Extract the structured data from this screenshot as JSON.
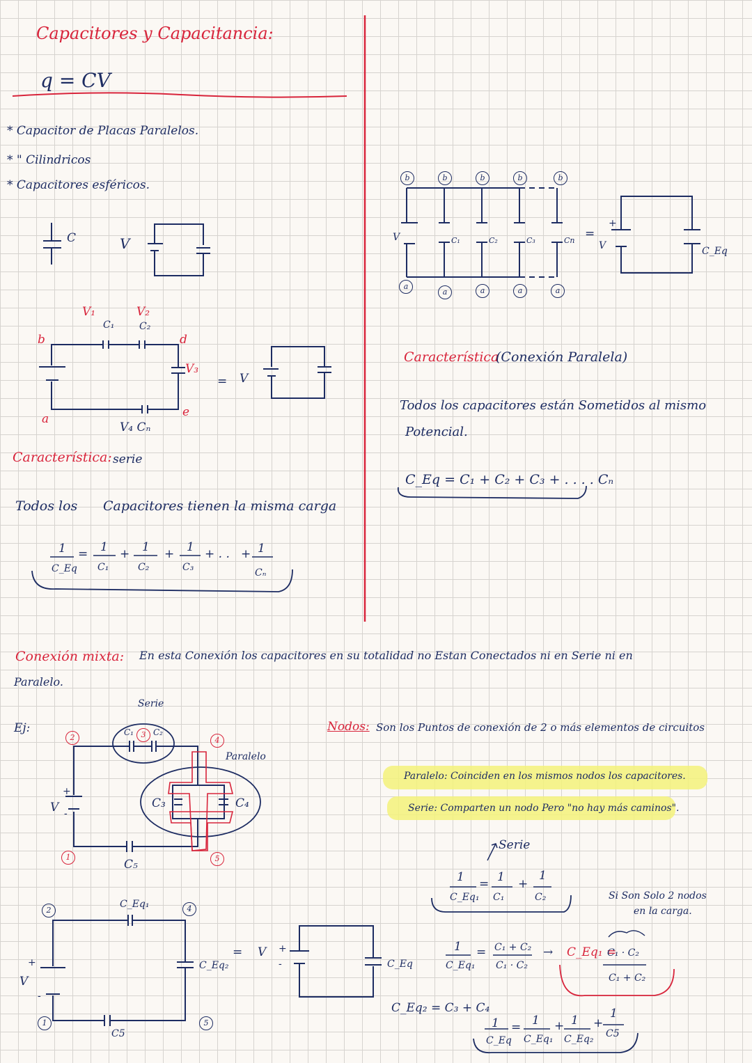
{
  "colors": {
    "red": "#d8243b",
    "blue": "#1d2c62",
    "highlight": "#f3f27a"
  },
  "title": "Capacitores y Capacitancia:",
  "formula_main": "q = CV",
  "types": [
    "* Capacitor de Placas Paralelos.",
    "*   \"      Cilindricos",
    "*   Capacitores esféricos."
  ],
  "symbols": {
    "c": "C",
    "v": "V"
  },
  "series_circuit": {
    "nodes": {
      "a": "a",
      "b": "b",
      "d": "d",
      "e": "e"
    },
    "v1": "V₁",
    "c1": "C₁",
    "v2": "V₂",
    "c2": "C₂",
    "v3": "V₃",
    "v4cn": "V₄  Cₙ",
    "equals": "=",
    "v": "V",
    "plus": "+",
    "minus": "-"
  },
  "series_char_label": "Característica:",
  "series_char_value": "serie",
  "series_desc_1": "Todos  los",
  "series_desc_2": "Capacitores  tienen  la  misma  carga",
  "series_formula": {
    "lhs_num": "1",
    "lhs_den": "C_Eq",
    "eq": "=",
    "terms": [
      {
        "num": "1",
        "den": "C₁"
      },
      {
        "num": "1",
        "den": "C₂"
      },
      {
        "num": "1",
        "den": "C₃"
      }
    ],
    "dots": "+ . .",
    "last": {
      "num": "1",
      "den": "Cₙ"
    },
    "plus": "+"
  },
  "parallel_circuit": {
    "b_label": "b",
    "a_label": "a",
    "v": "V",
    "c1": "C₁",
    "c2": "C₂",
    "c3": "C₃",
    "cn": "Cn",
    "equals": "=",
    "ceq": "C_Eq",
    "plus": "+",
    "minus": "-"
  },
  "parallel_char_label": "Característica",
  "parallel_char_value": "(Conexión Paralela)",
  "parallel_desc_1": "Todos  los  capacitores  están  Sometidos  al  mismo",
  "parallel_desc_2": "Potencial.",
  "parallel_formula": "C_Eq =  C₁ + C₂ + C₃ + . . . .  Cₙ",
  "mixed_label": "Conexión mixta:",
  "mixed_desc_1": "En esta  Conexión  los capacitores  en su totalidad  no Estan  Conectados   ni en Serie ni en",
  "mixed_desc_2": "Paralelo.",
  "example": {
    "ej": "Ej:",
    "serie": "Serie",
    "paralelo": "Paralelo",
    "c1": "C₁",
    "c2": "C₂",
    "c3": "C₃",
    "c4": "C₄",
    "c5": "C₅",
    "n1": "1",
    "n2": "2",
    "n3": "3",
    "n4": "4",
    "n5": "5",
    "v": "V",
    "plus": "+",
    "minus": "-"
  },
  "nodes_label": "Nodos:",
  "nodes_desc": "Son los Puntos de conexión de  2  o más  elementos  de circuitos",
  "highlight_paralelo": "Paralelo: Coinciden en los mismos nodos los capacitores.",
  "highlight_serie": "Serie:  Comparten un nodo Pero \"no hay más caminos\".",
  "serie_arrow_label": "Serie",
  "ceq1_formula": {
    "num": "1",
    "den": "C_Eq₁",
    "eq": "=",
    "t1n": "1",
    "t1d": "C₁",
    "plus": "+",
    "t2n": "1",
    "t2d": "C₂"
  },
  "two_nodes_note_1": "Si Son Solo  2  nodos",
  "two_nodes_note_2": "en la  carga.",
  "ceq1_formula2": {
    "num": "1",
    "den": "C_Eq₁",
    "eq": "=",
    "rn": "C₁ + C₂",
    "rd": "C₁ · C₂",
    "arrow": "→"
  },
  "ceq1_result": {
    "lhs": "C_Eq₁ =",
    "num": "C₁ · C₂",
    "den": "C₁ + C₂"
  },
  "ceq2_formula": "C_Eq₂ = C₃ + C₄",
  "final_formula": {
    "num": "1",
    "den": "C_Eq",
    "eq": "=",
    "t1d": "C_Eq₁",
    "t2d": "C_Eq₂",
    "t3d": "C5",
    "plus": "+"
  },
  "reduced_circuit": {
    "ceq1": "C_Eq₁",
    "ceq2": "C_Eq₂",
    "c5": "C5",
    "n1": "1",
    "n2": "2",
    "n4": "4",
    "n5": "5",
    "v": "V",
    "plus": "+",
    "minus": "-",
    "equals": "=",
    "ceq": "C_Eq"
  }
}
